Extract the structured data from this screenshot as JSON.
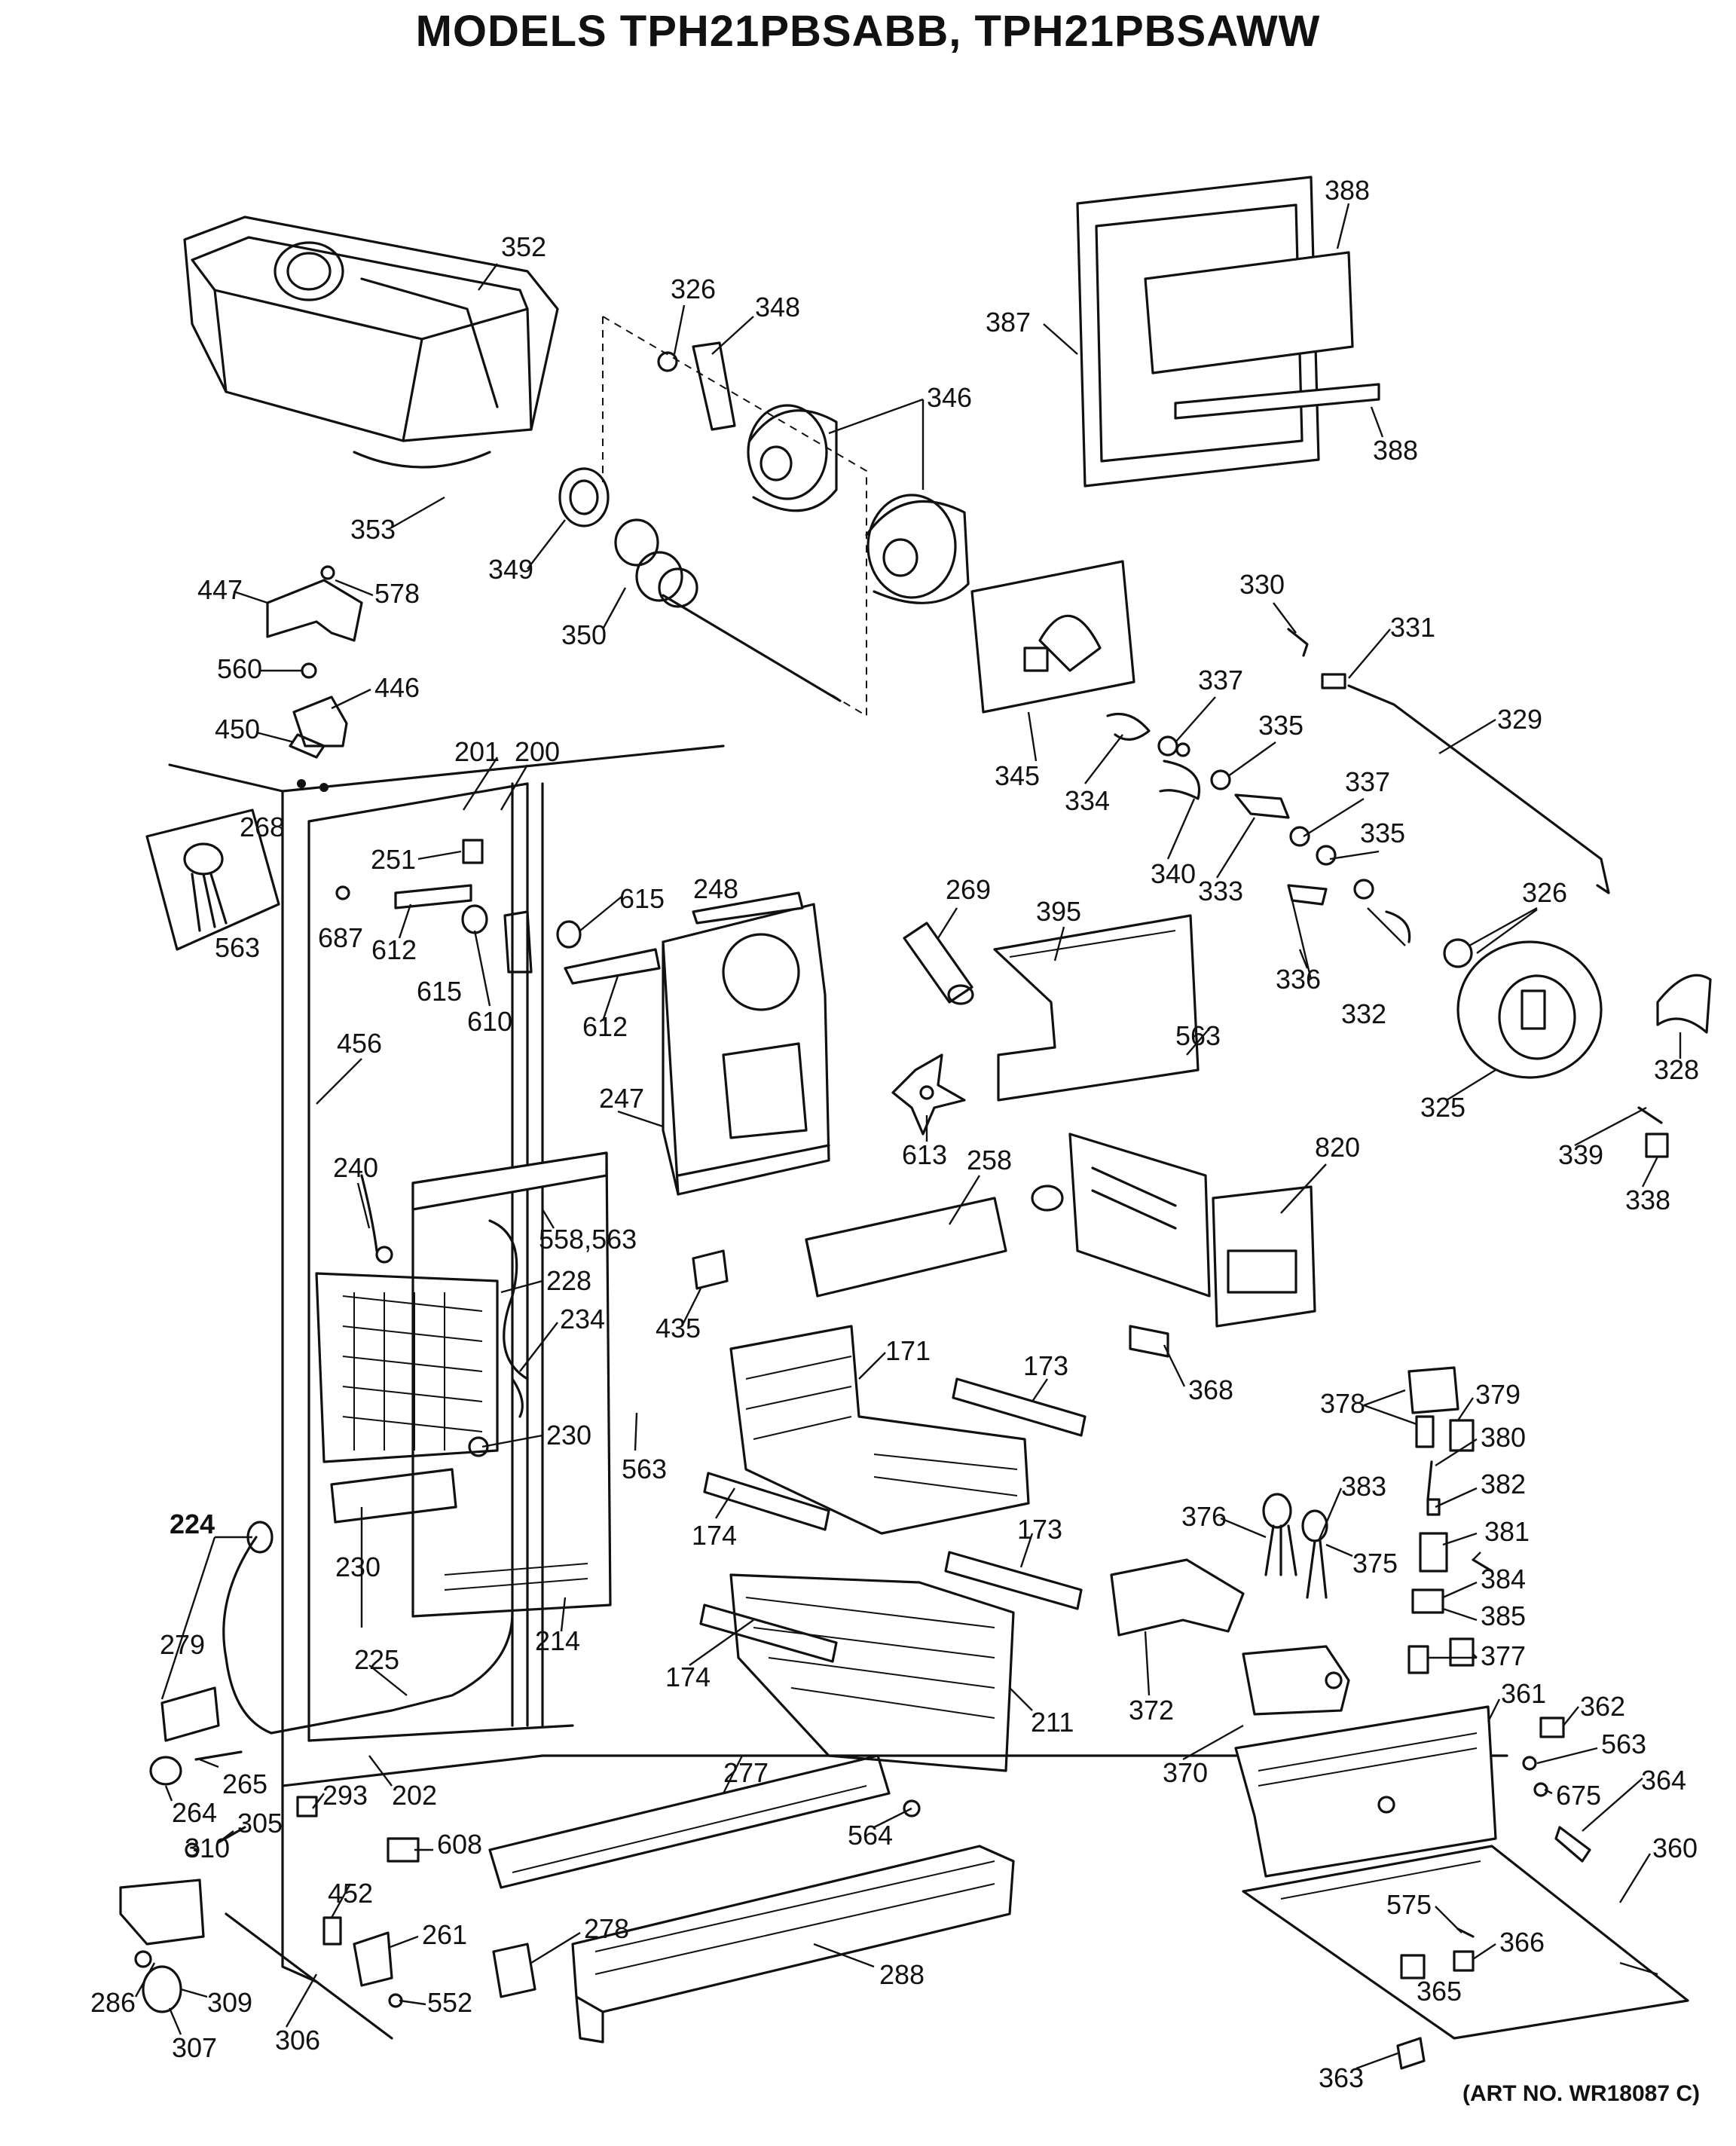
{
  "title": "MODELS TPH21PBSABB, TPH21PBSAWW",
  "art_number": "(ART NO. WR18087 C)",
  "callouts": [
    "352",
    "326",
    "348",
    "346",
    "388",
    "387",
    "388",
    "353",
    "349",
    "350",
    "447",
    "578",
    "560",
    "446",
    "450",
    "330",
    "331",
    "329",
    "337",
    "335",
    "345",
    "334",
    "340",
    "333",
    "337",
    "335",
    "268",
    "563",
    "201",
    "200",
    "251",
    "687",
    "612",
    "615",
    "615",
    "610",
    "612",
    "248",
    "269",
    "395",
    "326",
    "336",
    "332",
    "325",
    "328",
    "563",
    "456",
    "247",
    "613",
    "258",
    "820",
    "339",
    "338",
    "240",
    "558,563",
    "228",
    "234",
    "435",
    "171",
    "173",
    "368",
    "378",
    "379",
    "380",
    "230",
    "563",
    "174",
    "382",
    "376",
    "383",
    "381",
    "375",
    "224",
    "230",
    "173",
    "384",
    "385",
    "214",
    "372",
    "377",
    "279",
    "225",
    "174",
    "211",
    "361",
    "362",
    "563",
    "370",
    "265",
    "264",
    "293",
    "202",
    "277",
    "675",
    "364",
    "305",
    "310",
    "608",
    "564",
    "360",
    "452",
    "575",
    "366",
    "278",
    "261",
    "365",
    "286",
    "309",
    "288",
    "552",
    "307",
    "306",
    "363"
  ]
}
